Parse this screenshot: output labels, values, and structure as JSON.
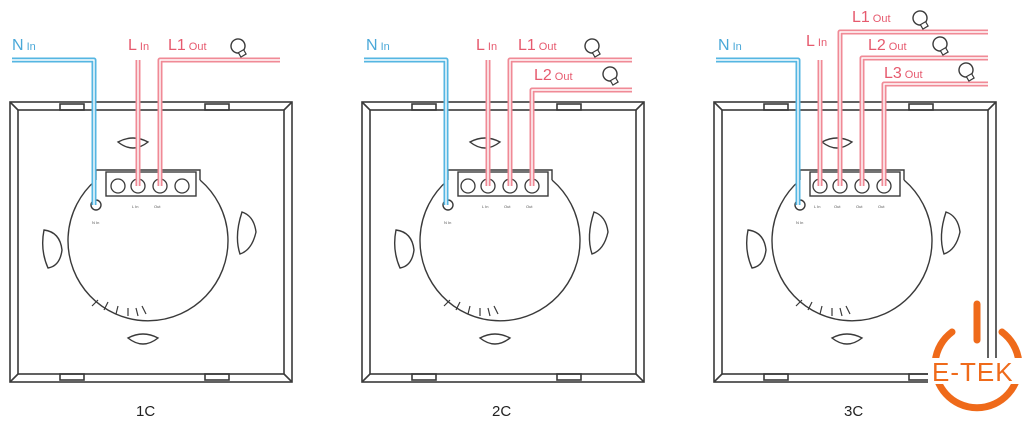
{
  "diagrams": [
    {
      "caption": "1C",
      "neutral": {
        "name": "N",
        "sub": "In"
      },
      "line": {
        "name": "L",
        "sub": "In"
      },
      "outputs": [
        {
          "name": "L1",
          "sub": "Out"
        }
      ],
      "terminal_labels": [
        "L In",
        "Out"
      ],
      "neutral_terminal_label": "N In"
    },
    {
      "caption": "2C",
      "neutral": {
        "name": "N",
        "sub": "In"
      },
      "line": {
        "name": "L",
        "sub": "In"
      },
      "outputs": [
        {
          "name": "L1",
          "sub": "Out"
        },
        {
          "name": "L2",
          "sub": "Out"
        }
      ],
      "terminal_labels": [
        "L In",
        "Out",
        "Out"
      ],
      "neutral_terminal_label": "N In"
    },
    {
      "caption": "3C",
      "neutral": {
        "name": "N",
        "sub": "In"
      },
      "line": {
        "name": "L",
        "sub": "In"
      },
      "outputs": [
        {
          "name": "L1",
          "sub": "Out"
        },
        {
          "name": "L2",
          "sub": "Out"
        },
        {
          "name": "L3",
          "sub": "Out"
        }
      ],
      "terminal_labels": [
        "L In",
        "Out",
        "Out",
        "Out"
      ],
      "neutral_terminal_label": "N In"
    }
  ],
  "logo": {
    "text": "E-TEK",
    "icon": "power-plug-logo-icon"
  },
  "colors": {
    "neutral_wire": "#55b6e2",
    "line_wire": "#f08a96",
    "wire_core": "#ffffff",
    "frame": "#3a3a3a",
    "logo": "#ef6a1a"
  }
}
